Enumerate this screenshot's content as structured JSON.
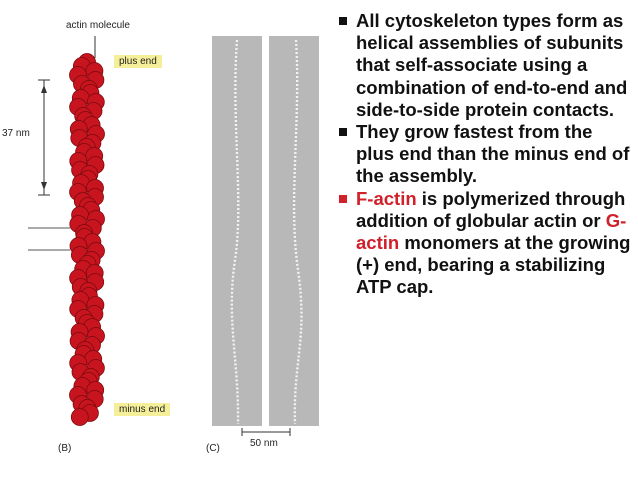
{
  "figure": {
    "actin_label": "actin molecule",
    "plus_label": "plus end",
    "minus_label": "minus end",
    "scale_37": "37 nm",
    "panel_b": "(B)",
    "panel_c": "(C)",
    "scale_50": "50 nm",
    "colors": {
      "bead": "#c8141e",
      "bead_edge": "#7a0a10",
      "highlight": "#f6ef9a"
    }
  },
  "bullets": [
    {
      "text": "All cytoskeleton types form as helical assemblies of subunits that self-associate using a combination of end-to-end and side-to-side protein contacts."
    },
    {
      "text": "They grow fastest from the plus end than the minus end of the assembly."
    },
    {
      "part1": "F-actin",
      "part2": " is polymerized through addition of globular actin or ",
      "part3": "G-actin",
      "part4": " monomers at the growing (+) end, bearing a stabilizing ATP cap."
    }
  ]
}
